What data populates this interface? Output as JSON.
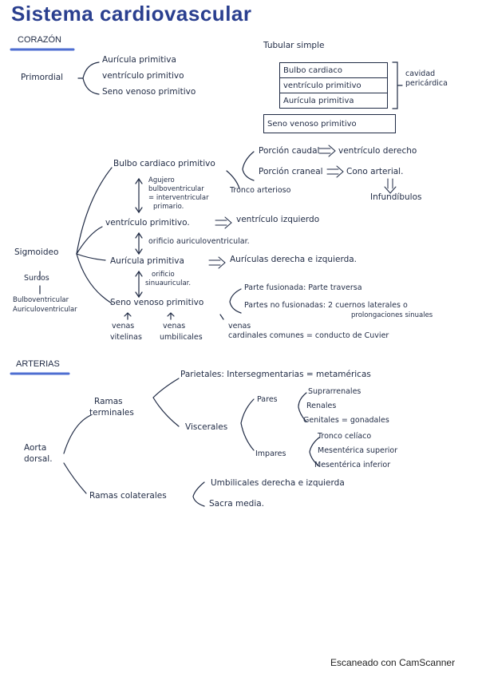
{
  "title": "Sistema cardiovascular",
  "corazon": {
    "heading": "CORAZÓN",
    "primordial": {
      "label": "Primordial",
      "items": [
        "Aurícula primitiva",
        "ventrículo primitivo",
        "Seno venoso primitivo"
      ]
    },
    "tubular": {
      "label": "Tubular simple",
      "boxes": [
        "Bulbo cardiaco",
        "ventrículo primitivo",
        "Aurícula primitiva"
      ],
      "outside": "Seno venoso primitivo",
      "bracket_label": [
        "cavidad",
        "pericárdica"
      ]
    },
    "sigmoideo": {
      "label": "Sigmoideo",
      "surcos": "Surcos",
      "surco_names": [
        "Bulboventricular",
        "Auriculoventricular"
      ],
      "bulbo": "Bulbo cardiaco primitivo",
      "porcion_caudal": "Porción caudal",
      "ventriculo_derecho": "ventrículo derecho",
      "porcion_craneal": "Porción craneal",
      "cono_arterial": "Cono arterial.",
      "infundibulos": "Infundíbulos",
      "tronco_arterioso": "Tronco arterioso",
      "agujero": [
        "Agujero",
        "bulboventricular",
        "= interventricular",
        "primario."
      ],
      "ventriculo": "ventrículo primitivo.",
      "ventriculo_izquierdo": "ventrículo izquierdo",
      "orificio_av": "orificio auriculoventricular.",
      "auricula": "Aurícula primitiva",
      "auriculas": "Aurículas derecha e izquierda.",
      "orificio_sinu": [
        "orificio",
        "sinuauricular."
      ],
      "seno": "Seno venoso primitivo",
      "parte_fusionada": "Parte fusionada: Parte traversa",
      "partes_no_fusionadas": "Partes no fusionadas: 2 cuernos laterales o",
      "prolongaciones": "prolongaciones sinuales",
      "venas": [
        [
          "venas",
          "vitelinas"
        ],
        [
          "venas",
          "umbilicales"
        ],
        [
          "venas",
          "cardinales comunes = conducto de Cuvier"
        ]
      ]
    }
  },
  "arterias": {
    "heading": "ARTERIAS",
    "aorta": [
      "Aorta",
      "dorsal."
    ],
    "ramas_terminales": [
      "Ramas",
      "terminales"
    ],
    "parietales": "Parietales: Intersegmentarias = metaméricas",
    "viscerales": "Viscerales",
    "pares": "Pares",
    "pares_items": [
      "Suprarrenales",
      "Renales",
      "Genitales = gonadales"
    ],
    "impares": "Impares",
    "impares_items": [
      "Tronco celíaco",
      "Mesentérica superior",
      "Mesentérica inferior"
    ],
    "ramas_colaterales": "Ramas colaterales",
    "colaterales_items": [
      "Umbilicales derecha e izquierda",
      "Sacra media."
    ]
  },
  "footer": "Escaneado con CamScanner",
  "colors": {
    "ink": "#1f2a44",
    "title": "#2a3f8f",
    "highlight": "#2f55c9"
  }
}
